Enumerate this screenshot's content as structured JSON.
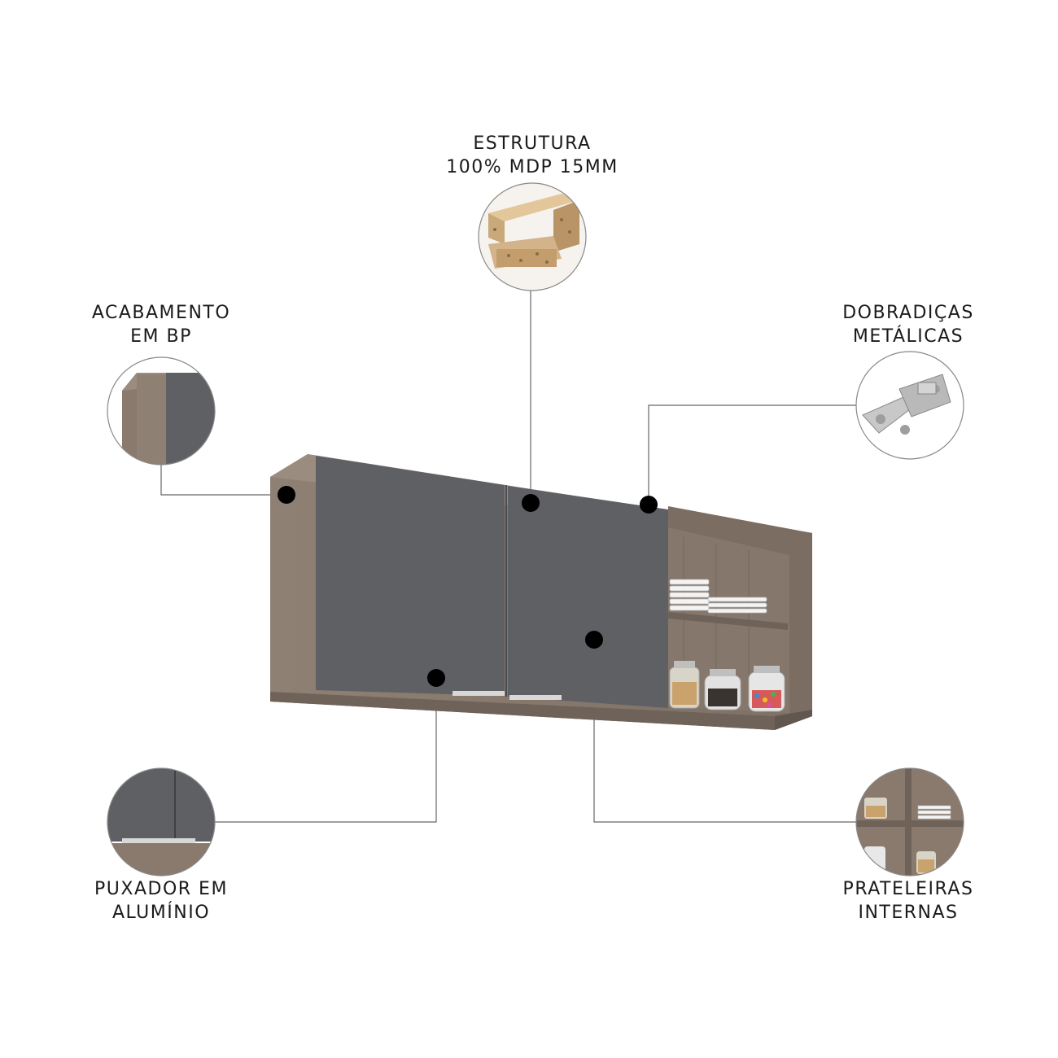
{
  "features": {
    "estrutura": {
      "line1": "ESTRUTURA",
      "line2": "100% MDP 15MM",
      "icon": "mdp-board-sample"
    },
    "acabamento": {
      "line1": "ACABAMENTO",
      "line2": "EM BP",
      "icon": "bp-finish-corner"
    },
    "dobradicas": {
      "line1": "DOBRADIÇAS",
      "line2": "METÁLICAS",
      "icon": "metal-hinge"
    },
    "puxador": {
      "line1": "PUXADOR EM",
      "line2": "ALUMÍNIO",
      "icon": "aluminum-handle"
    },
    "prateleiras": {
      "line1": "PRATELEIRAS",
      "line2": "INTERNAS",
      "icon": "internal-shelves"
    }
  },
  "colors": {
    "wood": "#8a7a6d",
    "wood_dark": "#6f6258",
    "door_gray": "#5f6063",
    "marker": "#000000",
    "line": "#555555"
  }
}
